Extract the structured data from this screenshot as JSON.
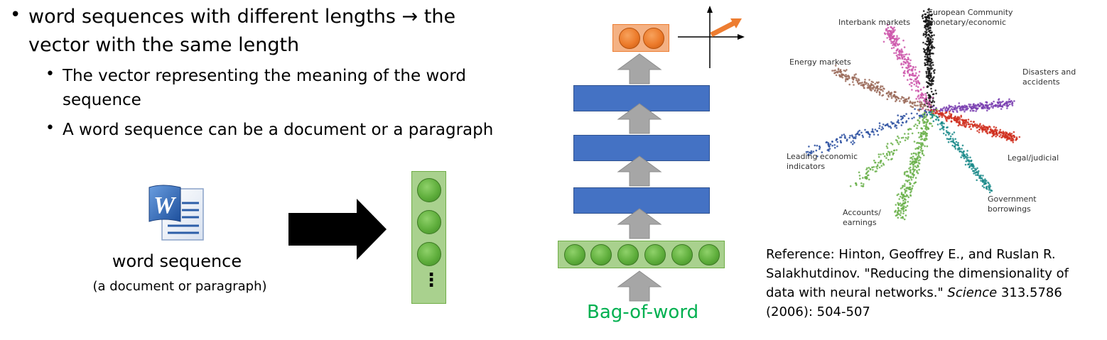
{
  "bullets": {
    "main_line1": "word sequences with different lengths → the",
    "main_line2": "vector with the same length",
    "sub1_line1": "The vector representing the  meaning of the word",
    "sub1_line2": "sequence",
    "sub2": "A word sequence can be a document or a paragraph"
  },
  "word_doc": {
    "icon_letter": "W",
    "caption": "word sequence",
    "subcaption": "(a document or paragraph)",
    "vector_ellipsis": "⋮"
  },
  "network": {
    "input_label": "Bag-of-word"
  },
  "scatter": {
    "labels": {
      "interbank": "Interbank markets",
      "european_line1": "European Community",
      "european_line2": "monetary/economic",
      "energy": "Energy markets",
      "disasters_line1": "Disasters and",
      "disasters_line2": "accidents",
      "leading_line1": "Leading economic",
      "leading_line2": "indicators",
      "legal": "Legal/judicial",
      "government_line1": "Government",
      "government_line2": "borrowings",
      "accounts_line1": "Accounts/",
      "accounts_line2": "earnings"
    },
    "colors": {
      "interbank": "#cc55aa",
      "european": "#111111",
      "energy": "#9b6b5a",
      "disasters": "#7a3fb0",
      "leading": "#2a4fa0",
      "legal": "#d03020",
      "government": "#1a8a8a",
      "accounts": "#6ab04a"
    }
  },
  "reference": {
    "line1": "Reference: Hinton, Geoffrey E., and Ruslan R.",
    "line2": "Salakhutdinov. \"Reducing the dimensionality of",
    "line3": "data with neural networks.\" ",
    "line3_italic": "Science",
    "line3_end": " 313.5786",
    "line4": "(2006): 504-507"
  }
}
